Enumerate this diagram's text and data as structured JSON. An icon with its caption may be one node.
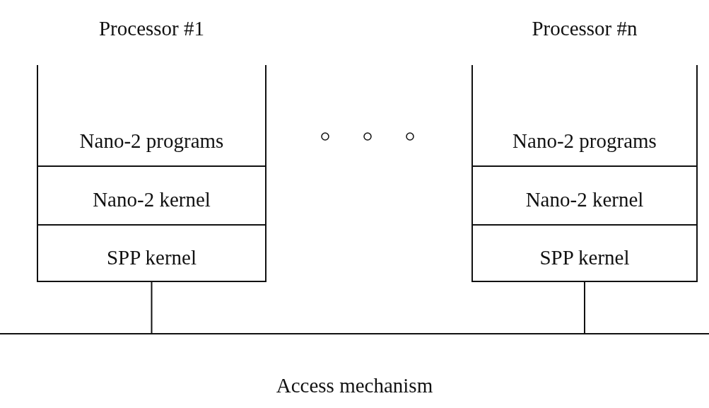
{
  "diagram": {
    "nodes": [
      {
        "text": [
          "Processor #1"
        ]
      },
      {
        "text": [
          "Nano-2 programs"
        ],
        "in": 0
      },
      {
        "text": [
          "Nano-2 kernel"
        ],
        "in": 0
      },
      {
        "text": [
          "SPP kernel"
        ],
        "in": 0
      },
      {
        "text": [
          "Processor #n"
        ]
      },
      {
        "text": [
          "Nano-2 programs"
        ],
        "in": 4
      },
      {
        "text": [
          "Nano-2 kernel"
        ],
        "in": 4
      },
      {
        "text": [
          "SPP kernel"
        ],
        "in": 4
      },
      {
        "text": [
          "Access mechanism"
        ]
      }
    ],
    "edges": [
      {
        "from": 0,
        "to": 8,
        "arrow": "none"
      },
      {
        "from": 4,
        "to": 8,
        "arrow": "none"
      }
    ]
  }
}
